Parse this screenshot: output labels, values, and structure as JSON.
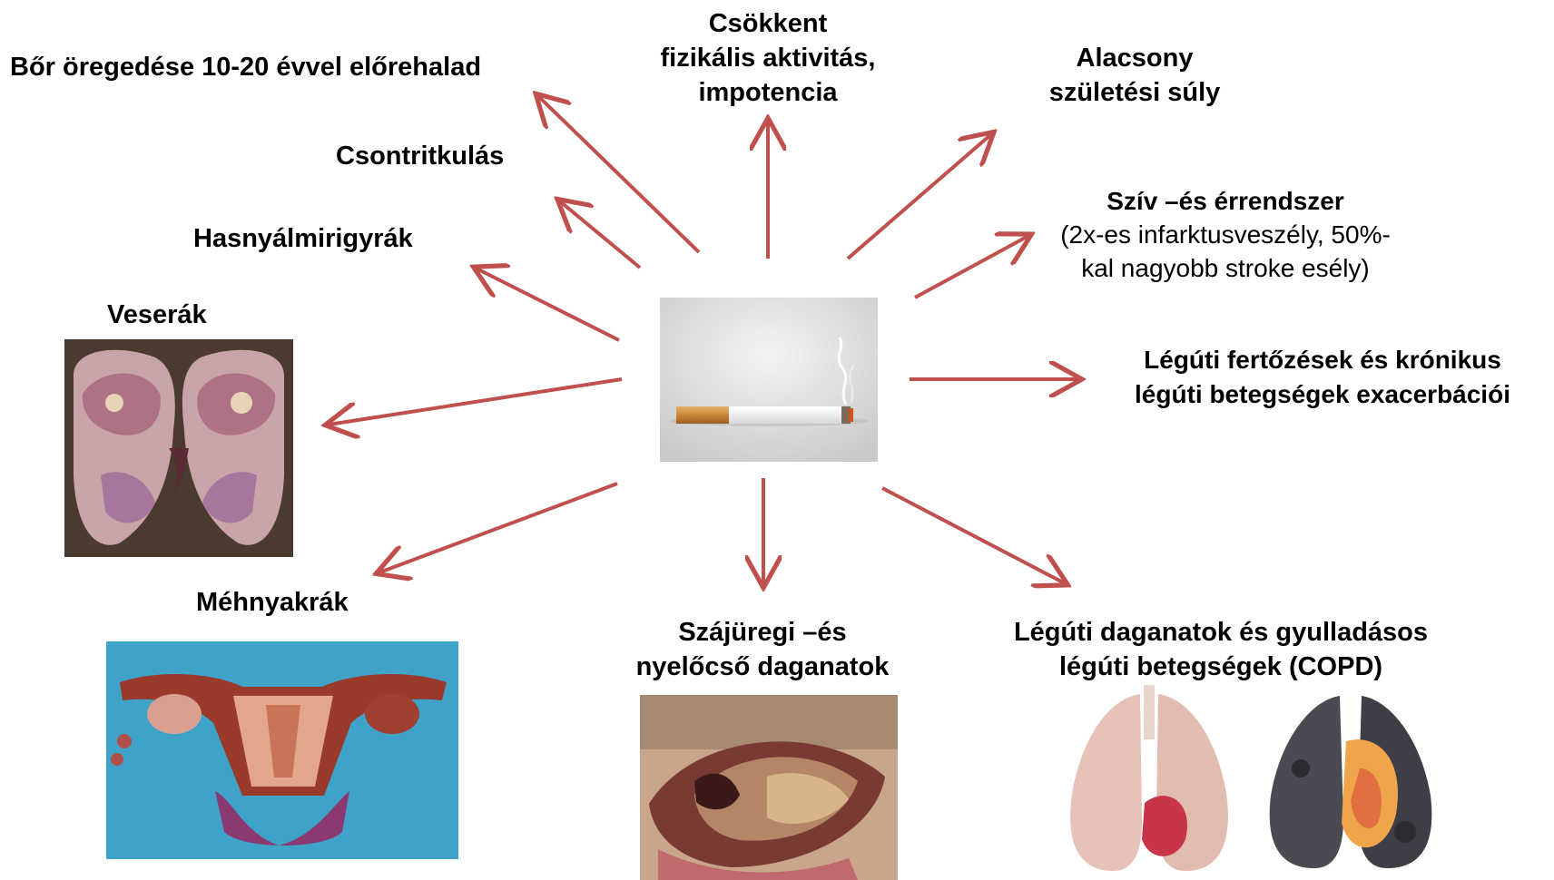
{
  "colors": {
    "arrow": "#c0504d",
    "background": "#ffffff"
  },
  "center": {
    "image": "cigarette-image"
  },
  "labels": {
    "skin_aging": "Bőr öregedése 10-20 évvel előrehalad",
    "physical_activity": [
      "Csökkent",
      "fizikális aktivitás,",
      "impotencia"
    ],
    "low_birth_weight": [
      "Alacsony",
      "születési súly"
    ],
    "osteoporosis": "Csontritkulás",
    "cardiovascular_title": "Szív –és érrendszer",
    "cardiovascular_detail": [
      "(2x-es infarktusveszély, 50%-",
      "kal nagyobb stroke esély)"
    ],
    "pancreatic_cancer": "Hasnyálmirigyrák",
    "kidney_cancer": "Veserák",
    "respiratory_infections": [
      "Légúti fertőzések és krónikus",
      "légúti betegségek exacerbációi"
    ],
    "cervical_cancer": "Méhnyakrák",
    "oral_cancer": [
      "Szájüregi –és",
      "nyelőcső daganatok"
    ],
    "lung_cancer": [
      "Légúti daganatok és gyulladásos",
      "légúti betegségek (COPD)"
    ]
  },
  "images": [
    "kidney-tumor-photo",
    "cervix-specimen-photo",
    "oral-lesion-photo",
    "healthy-lung-photo",
    "smoker-lung-photo"
  ]
}
